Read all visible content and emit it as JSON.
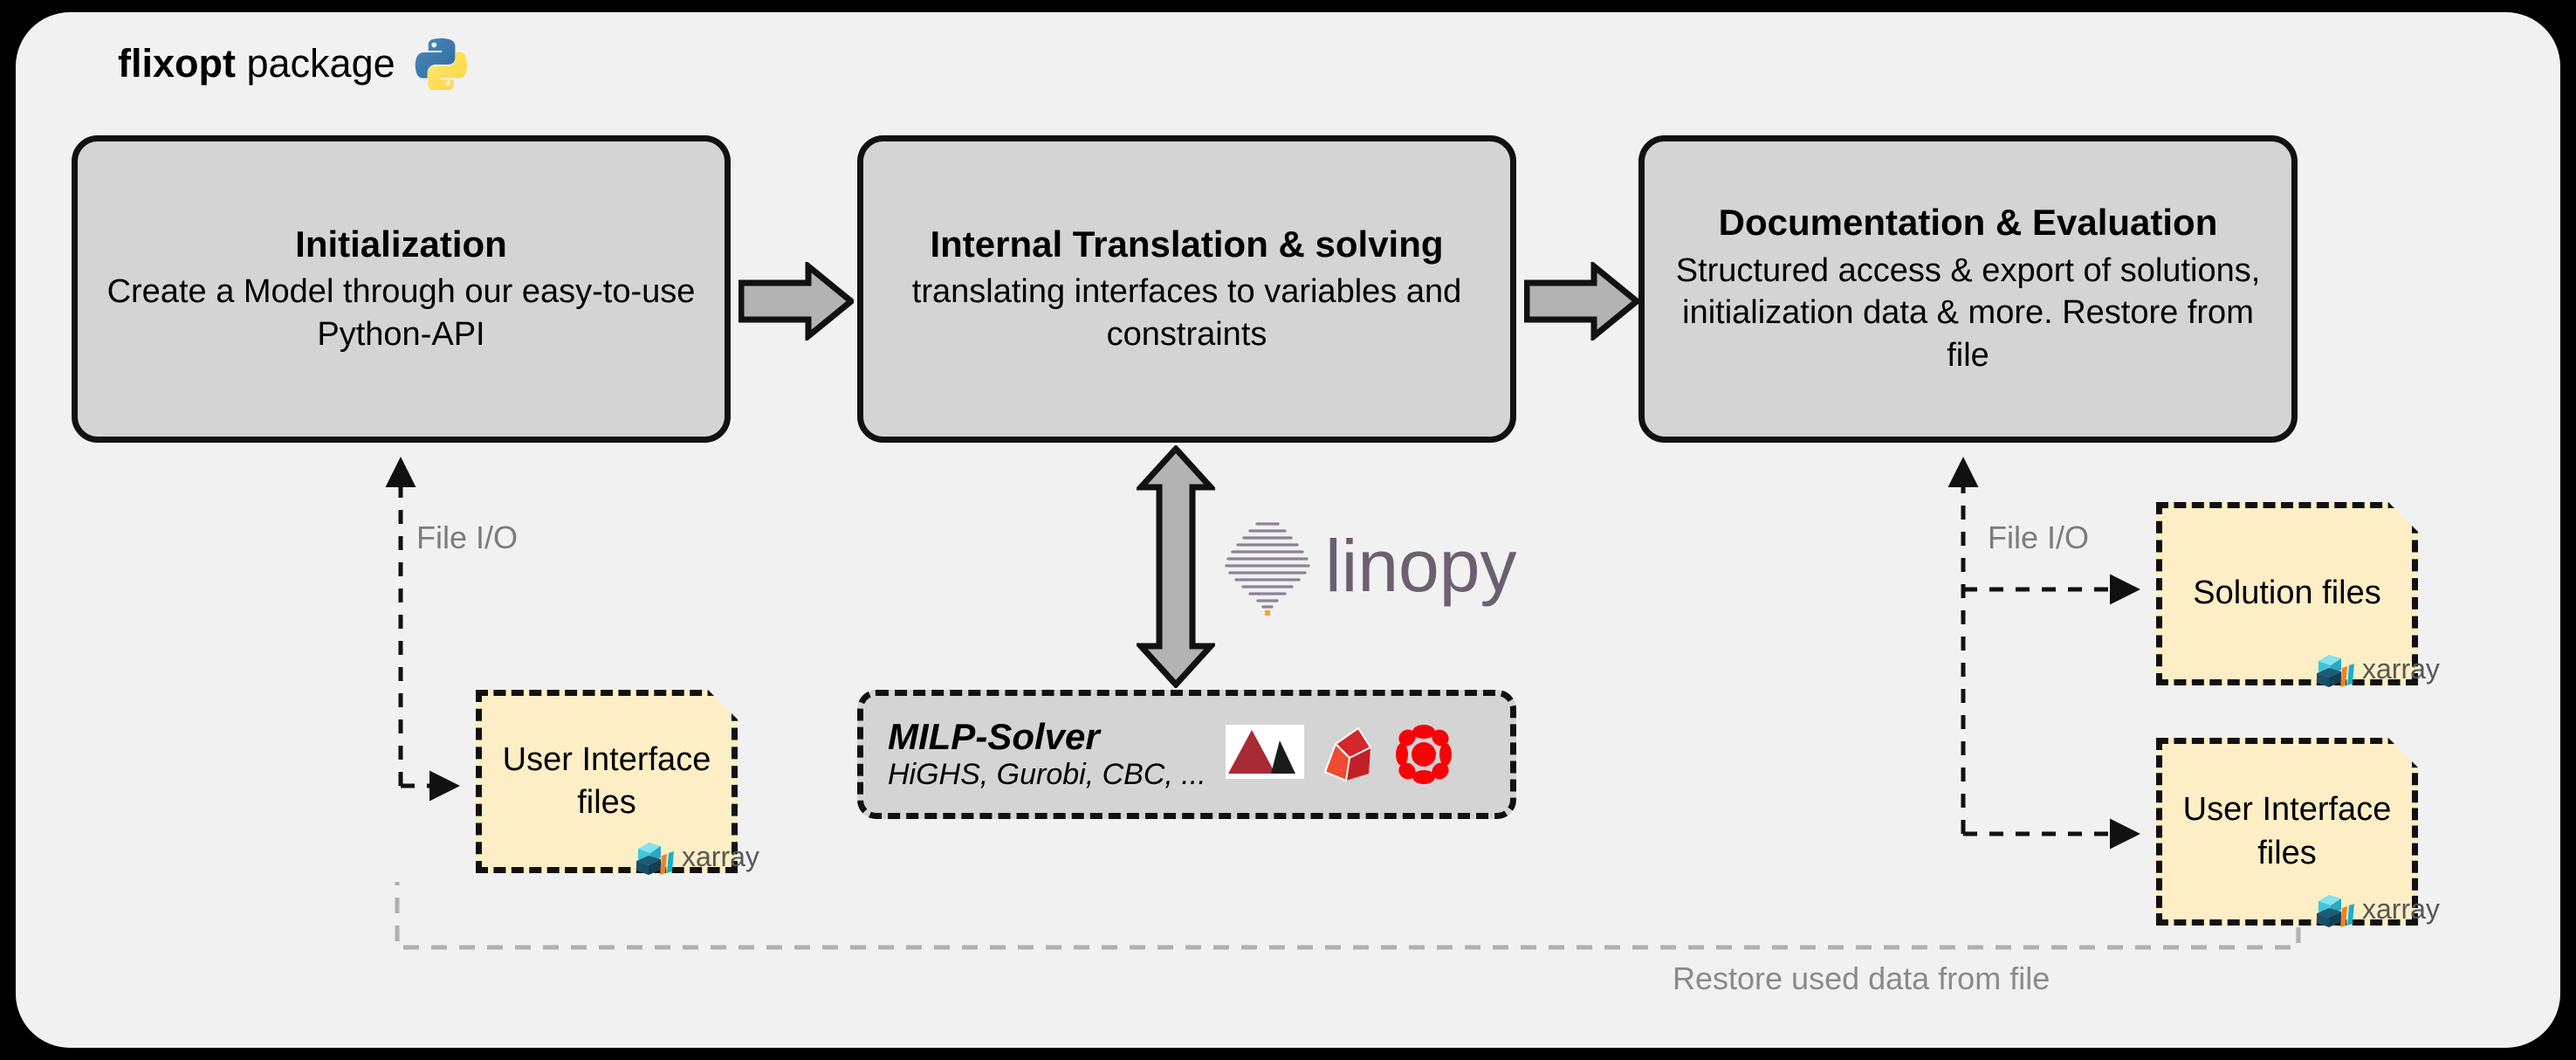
{
  "header": {
    "title_bold": "flixopt",
    "title_rest": " package",
    "python_logo": "python-logo"
  },
  "stages": [
    {
      "id": "initialization",
      "title": "Initialization",
      "description": "Create a Model through our easy-to-use Python-API"
    },
    {
      "id": "internal-translation-and-solving",
      "title": "Internal Translation & solving",
      "description": "translating interfaces to variables and constraints"
    },
    {
      "id": "documentation-and-evaluation",
      "title": "Documentation & Evaluation",
      "description": "Structured access & export of solutions, initialization data & more. Restore from file"
    }
  ],
  "solver": {
    "title": "MILP-Solver",
    "subtitle": "HiGHS, Gurobi, CBC, ...",
    "logos": [
      "highs-logo",
      "gurobi-logo",
      "cbc-logo"
    ]
  },
  "linopy": {
    "wordmark": "linopy",
    "mark": "linopy-diamond-icon",
    "color": "#6b6070",
    "accent": "#f5a623"
  },
  "files": {
    "user_interface_left": {
      "label": "User Interface files",
      "badge": "xarray"
    },
    "solution_right": {
      "label": "Solution files",
      "badge": "xarray"
    },
    "user_interface_right": {
      "label": "User Interface files",
      "badge": "xarray"
    }
  },
  "connectors": {
    "io_left_label": "File I/O",
    "io_right_label": "File I/O",
    "restore_label": "Restore used data from file"
  },
  "colors": {
    "frame_background": "#f1f1f1",
    "frame_border": "#000000",
    "stage_fill": "#d4d4d4",
    "file_fill": "#fdeec5",
    "arrow_fill": "#b3b3b3",
    "muted_text": "#7c7c7c",
    "xarray_teal": "#19b0c4",
    "xarray_orange": "#e8842a",
    "xarray_dark": "#174f68"
  }
}
